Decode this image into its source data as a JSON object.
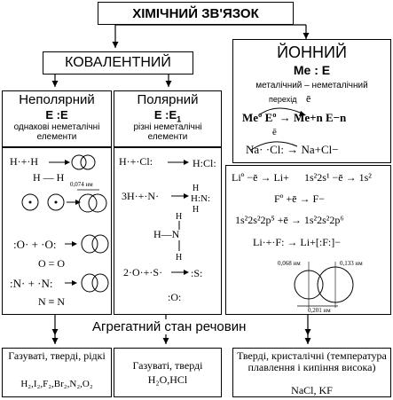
{
  "title": "ХІМІЧНИЙ ЗВ'ЯЗОК",
  "covalent": {
    "label": "КОВАЛЕНТНИЙ",
    "nonpolar": {
      "label": "Неполярний",
      "formula": "E :E",
      "desc": "однакові неметалічні елементи",
      "examples": [
        "H·+·H",
        "H — H",
        "0,074 нм",
        "O = O",
        "N ≡ N"
      ]
    },
    "polar": {
      "label": "Полярний",
      "formula": "E :E",
      "formula_sub": "1",
      "desc": "різні неметалічні елементи",
      "examples": [
        "H·+·Cl:",
        "3H·+·N·",
        "H—N",
        "2·O·+·S·"
      ]
    }
  },
  "ionic": {
    "label": "ЙОННИЙ",
    "formula": "Me : E",
    "desc": "металічний – неметалічний",
    "transition": "перехід",
    "electron": "ē",
    "scheme_a": "Meº Eº → Me+n E−n",
    "scheme_b": "Na· ·Cl: → Na+Cl−",
    "examples": [
      "Liº −ē → Li+",
      "1s²2s¹ −ē → 1s²",
      "Fº +ē → F−",
      "1s²2s²2p⁵ +ē → 1s²2s²2p⁶",
      "Li·+·F: → Li+[:F:]−"
    ],
    "radii": [
      "0,068 нм",
      "0,133 нм",
      "0,201 нм"
    ]
  },
  "aggregate_label": "Агрегатний стан речовин",
  "bottom": {
    "left_text": "Газуваті, тверді, рідкі",
    "left_formula": "H₂,I₂,F₂,Br₂,N₂,O₂",
    "mid_text": "Газуваті, тверді",
    "mid_formula": "H₂O,HCl",
    "right_text": "Тверді, кристалічні (температура плавлення і кипіння висока)",
    "right_formula": "NaCl, KF"
  }
}
